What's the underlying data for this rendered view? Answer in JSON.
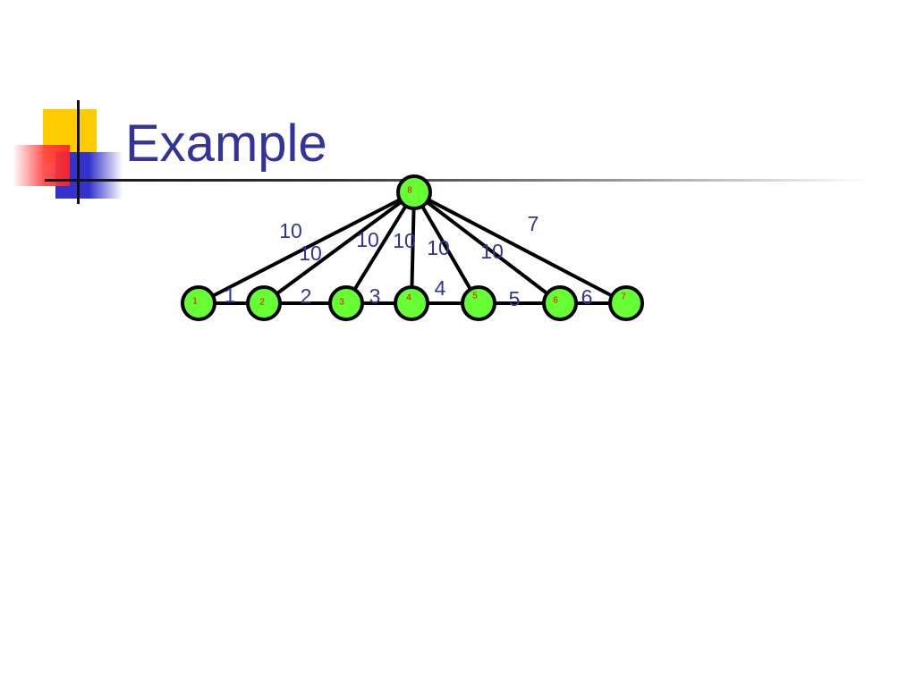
{
  "slide": {
    "title": "Example"
  },
  "colors": {
    "title": "#333399",
    "weight_text": "#333399",
    "node_fill": "#66ff33",
    "node_label": "#ff0000",
    "edge": "#000000",
    "logo_yellow": "#ffcc00",
    "logo_red": "#ff3333",
    "logo_blue": "#3333cc"
  },
  "graph": {
    "nodes": [
      "1",
      "2",
      "3",
      "4",
      "5",
      "6",
      "7",
      "8"
    ],
    "edges": [
      {
        "between": [
          8,
          1
        ],
        "weight": "10"
      },
      {
        "between": [
          8,
          2
        ],
        "weight": "10"
      },
      {
        "between": [
          8,
          3
        ],
        "weight": "10"
      },
      {
        "between": [
          8,
          4
        ],
        "weight": "10"
      },
      {
        "between": [
          8,
          5
        ],
        "weight": "10"
      },
      {
        "between": [
          8,
          6
        ],
        "weight": "10"
      },
      {
        "between": [
          8,
          7
        ],
        "weight": "7"
      },
      {
        "between": [
          1,
          2
        ],
        "weight": "1"
      },
      {
        "between": [
          2,
          3
        ],
        "weight": "2"
      },
      {
        "between": [
          3,
          4
        ],
        "weight": "3"
      },
      {
        "between": [
          4,
          5
        ],
        "weight": "4"
      },
      {
        "between": [
          5,
          6
        ],
        "weight": "5"
      },
      {
        "between": [
          6,
          7
        ],
        "weight": "6"
      }
    ]
  }
}
